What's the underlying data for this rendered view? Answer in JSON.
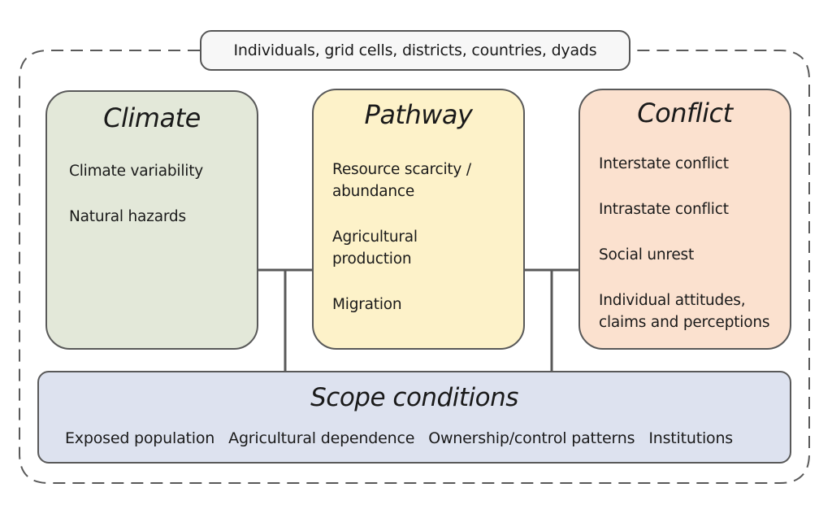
{
  "units_label": "Individuals, grid cells, districts, countries, dyads",
  "climate": {
    "title": "Climate",
    "items": [
      "Climate variability",
      "Natural hazards"
    ]
  },
  "pathway": {
    "title": "Pathway",
    "items": [
      "Resource scarcity / abundance",
      "Agricultural production",
      "Migration"
    ]
  },
  "conflict": {
    "title": "Conflict",
    "items": [
      "Interstate conflict",
      "Intrastate conflict",
      "Social unrest",
      "Individual attitudes, claims and perceptions"
    ]
  },
  "scope": {
    "title": "Scope conditions",
    "items": [
      "Exposed population",
      "Agricultural dependence",
      "Ownership/control patterns",
      "Institutions"
    ]
  },
  "colors": {
    "climate_fill": "#e3e8d9",
    "pathway_fill": "#fdf2c9",
    "conflict_fill": "#fbe1cf",
    "scope_fill": "#dde2ef",
    "border": "#595959"
  }
}
